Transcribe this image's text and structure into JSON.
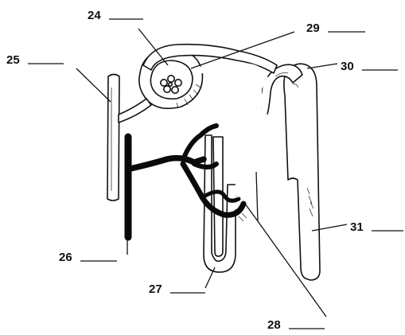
{
  "labels": {
    "l24": "24",
    "l25": "25",
    "l26": "26",
    "l27": "27",
    "l28": "28",
    "l29": "29",
    "l30": "30",
    "l31": "31"
  },
  "colors": {
    "ink": "#111111",
    "paper": "#ffffff",
    "vessel_fill": "#0a0a0a"
  }
}
